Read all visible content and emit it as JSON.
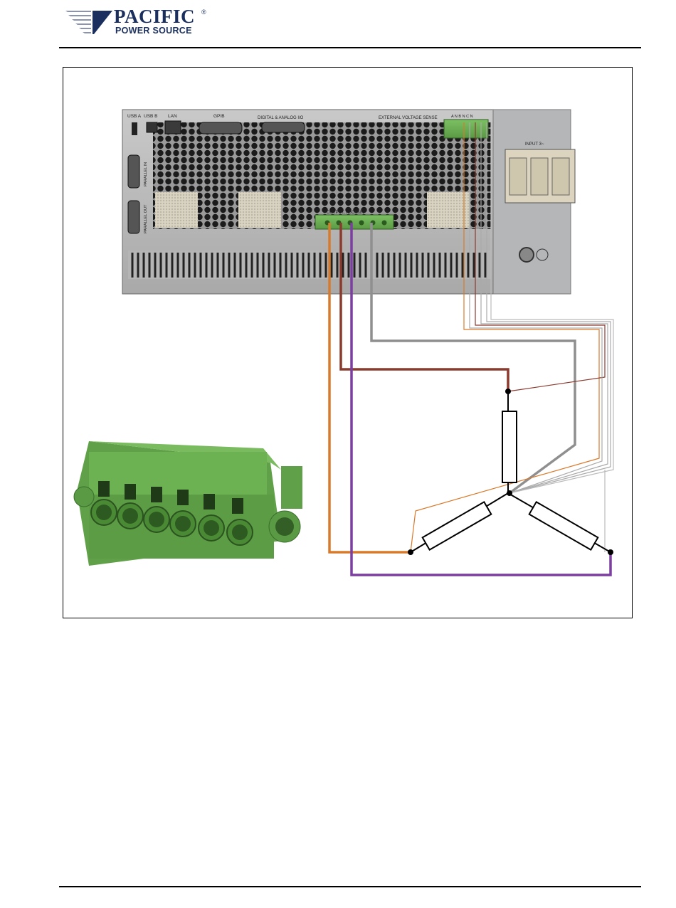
{
  "header": {
    "brand_name": "PACIFIC",
    "brand_registered": "®",
    "brand_subtitle": "POWER SOURCE"
  },
  "rear_panel": {
    "usb_a": "USB A",
    "usb_b": "USB B",
    "lan": "LAN",
    "gpib": "GPIB",
    "digital_analog_io": "DIGITAL & ANALOG I/O",
    "external_voltage_sense": "EXTERNAL VOLTAGE SENSE",
    "sense_terminals": "A N B N C N",
    "parallel_in": "PARALLEL IN",
    "parallel_out": "PARALLEL OUT",
    "output_label": "OUTPUT, ABCNNN",
    "input_label": "INPUT 3~"
  },
  "colors": {
    "phase_a": "#d97a2b",
    "phase_b": "#8b3a2e",
    "phase_c": "#7b3fa0",
    "neutral": "#8f8f8f",
    "connector_green": "#6aa84f"
  }
}
